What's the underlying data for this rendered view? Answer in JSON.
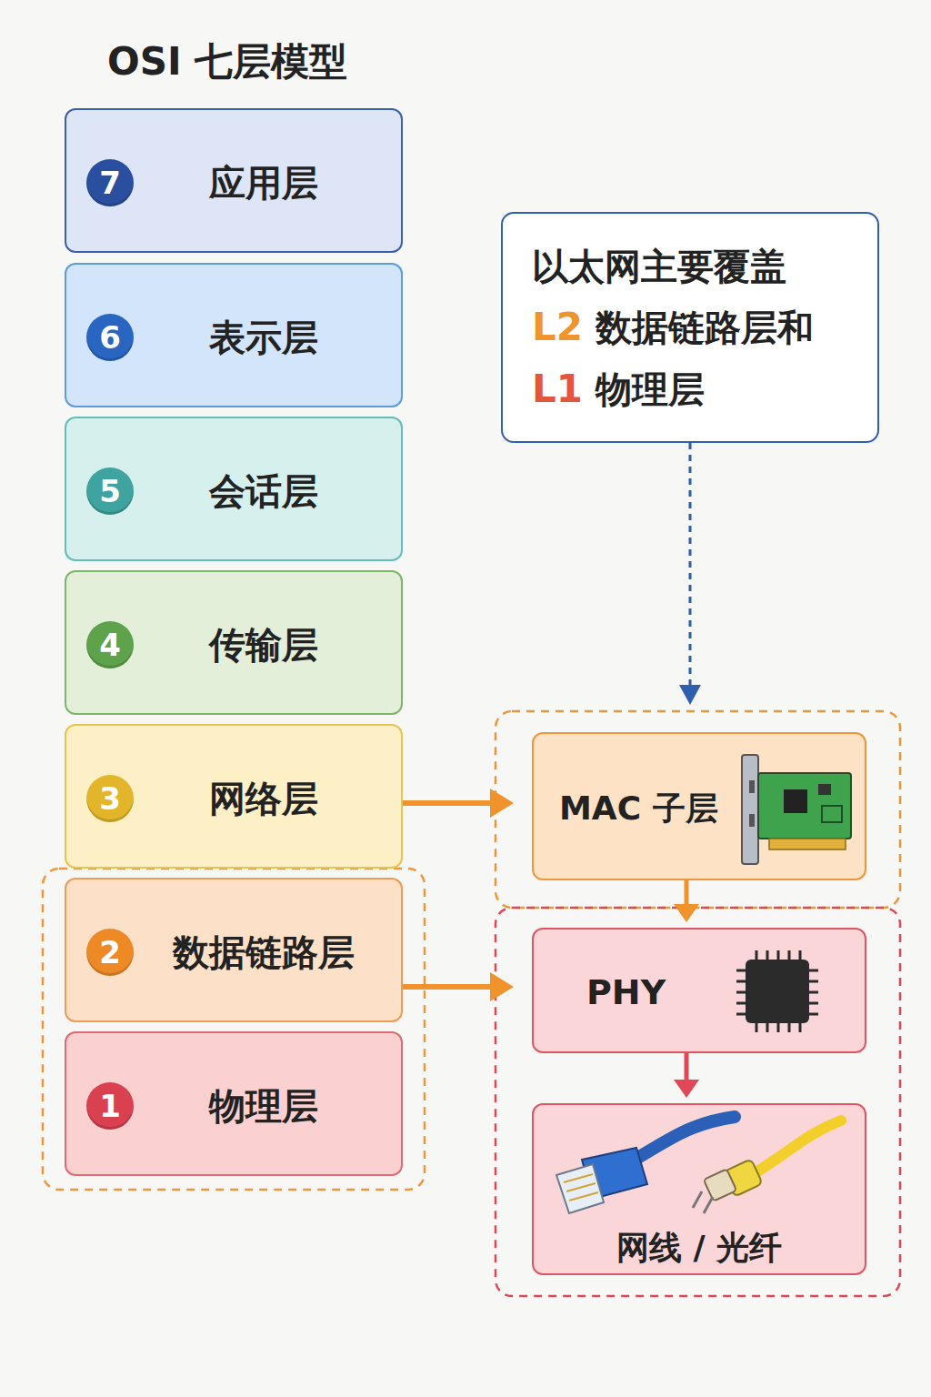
{
  "diagram": {
    "title": "OSI 七层模型",
    "nodes": [
      {
        "text": [
          "7",
          "应用层"
        ]
      },
      {
        "text": [
          "6",
          "表示层"
        ]
      },
      {
        "text": [
          "5",
          "会话层"
        ]
      },
      {
        "text": [
          "4",
          "传输层"
        ]
      },
      {
        "text": [
          "3",
          "网络层"
        ]
      },
      {
        "text": [
          "2",
          "数据链路层"
        ]
      },
      {
        "text": [
          "1",
          "物理层"
        ]
      },
      {
        "text": [
          "以太网主要覆盖",
          "L2",
          "数据链路层和",
          "L1",
          "物理层"
        ]
      },
      {
        "text": [
          "MAC 子层"
        ]
      },
      {
        "text": [
          "PHY"
        ]
      },
      {
        "text": [
          "网线 / 光纤"
        ]
      }
    ],
    "edges": [
      {
        "from": 7,
        "to": 8,
        "arrow": "to"
      },
      {
        "from": 4,
        "to": 8,
        "arrow": "to"
      },
      {
        "from": 5,
        "to": 9,
        "arrow": "to"
      },
      {
        "from": 8,
        "to": 9,
        "arrow": "to"
      },
      {
        "from": 9,
        "to": 10,
        "arrow": "to"
      }
    ]
  }
}
